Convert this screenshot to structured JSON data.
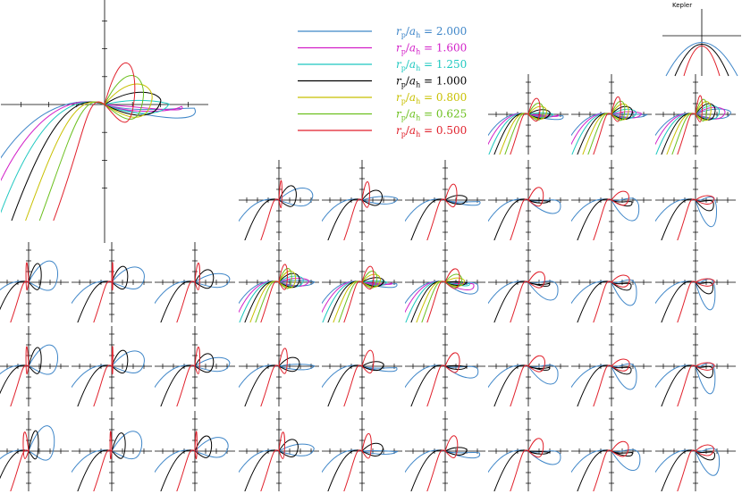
{
  "chart_data": {
    "type": "line",
    "title": "",
    "legend": {
      "placement": "top-center",
      "entries": [
        {
          "label": "r_p/a_h = 2.000",
          "value": "2.000",
          "color": "#3f86c8"
        },
        {
          "label": "r_p/a_h = 1.600",
          "value": "1.600",
          "color": "#d21fc8"
        },
        {
          "label": "r_p/a_h = 1.250",
          "value": "1.250",
          "color": "#1fc8c0"
        },
        {
          "label": "r_p/a_h = 1.000",
          "value": "1.000",
          "color": "#000000"
        },
        {
          "label": "r_p/a_h = 0.800",
          "value": "0.800",
          "color": "#c8c000"
        },
        {
          "label": "r_p/a_h = 0.625",
          "value": "0.625",
          "color": "#6cc01f"
        },
        {
          "label": "r_p/a_h = 0.500",
          "value": "0.500",
          "color": "#e01f2a"
        }
      ]
    },
    "kepler_label": "Kepler",
    "series_colors": [
      "#3f86c8",
      "#d21fc8",
      "#1fc8c0",
      "#000000",
      "#c8c000",
      "#6cc01f",
      "#e01f2a"
    ],
    "panels": {
      "grid": "small multiples, 4 rows by 9 columns plus one large main panel",
      "axes": "crossed axes with ticks, no tick labels",
      "main_panel_series": [
        "2.000",
        "1.600",
        "1.250",
        "1.000",
        "0.800",
        "0.625",
        "0.500"
      ],
      "three_series_panels": [
        "2.000",
        "1.000",
        "0.500"
      ]
    }
  }
}
